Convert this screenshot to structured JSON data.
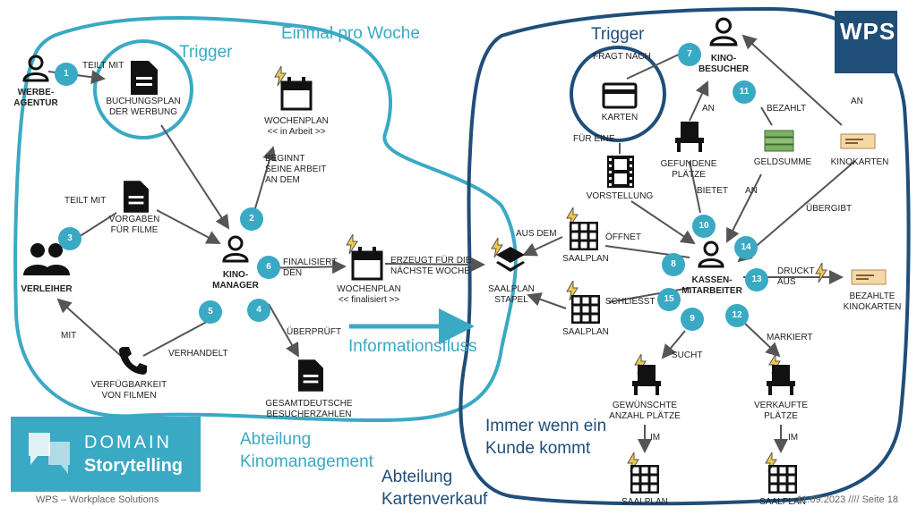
{
  "areas": {
    "management_title": "Abteilung\nKinomanagement",
    "management_title_line1": "Abteilung",
    "management_title_line2": "Kinomanagement",
    "sales_title_line1": "Abteilung",
    "sales_title_line2": "Kartenverkauf"
  },
  "annotations": {
    "trigger_left": "Trigger",
    "trigger_right": "Trigger",
    "once_per_week": "Einmal pro Woche",
    "info_flow": "Informationsfluss",
    "every_customer_line1": "Immer wenn ein",
    "every_customer_line2": "Kunde kommt"
  },
  "actors": {
    "werbeagentur_1": "WERBE-",
    "werbeagentur_2": "AGENTUR",
    "verleiher": "VERLEIHER",
    "kinomanager_1": "KINO-",
    "kinomanager_2": "MANAGER",
    "kinobesucher_1": "KINO-",
    "kinobesucher_2": "BESUCHER",
    "kassenmitarbeiter_1": "KASSEN-",
    "kassenmitarbeiter_2": "MITARBEITER"
  },
  "work_objects": {
    "buchungsplan_1": "BUCHUNGSPLAN",
    "buchungsplan_2": "DER WERBUNG",
    "vorgaben_1": "VORGABEN",
    "vorgaben_2": "FÜR FILME",
    "verfuegbarkeit_1": "VERFÜGBARKEIT",
    "verfuegbarkeit_2": "VON FILMEN",
    "wochenplan_arbeit_1": "WOCHENPLAN",
    "wochenplan_arbeit_2": "<< in Arbeit >>",
    "wochenplan_final_1": "WOCHENPLAN",
    "wochenplan_final_2": "<< finalisiert >>",
    "gesamtdeutsche_1": "GESAMTDEUTSCHE",
    "gesamtdeutsche_2": "BESUCHERZAHLEN",
    "saalplan_stapel_1": "SAALPLAN",
    "saalplan_stapel_2": "STAPEL",
    "karten": "KARTEN",
    "vorstellung": "VORSTELLUNG",
    "gefundene_1": "GEFUNDENE",
    "gefundene_2": "PLÄTZE",
    "geldsumme": "GELDSUMME",
    "kinokarten": "KINOKARTEN",
    "saalplan_open": "SAALPLAN",
    "saalplan_close": "SAALPLAN",
    "bezahlte_1": "BEZAHLTE",
    "bezahlte_2": "KINOKARTEN",
    "gewuenschte_1": "GEWÜNSCHTE",
    "gewuenschte_2": "ANZAHL PLÄTZE",
    "verkaufte_1": "VERKAUFTE",
    "verkaufte_2": "PLÄTZE",
    "saalplan_bottom_left": "SAALPLAN",
    "saalplan_bottom_right": "SAALPLAN"
  },
  "activities": {
    "teilt_mit_1": "TEILT MIT",
    "teilt_mit_3": "TEILT MIT",
    "verhandelt": "VERHANDELT",
    "mit": "MIT",
    "beginnt_1": "BEGINNT",
    "beginnt_2": "SEINE ARBEIT",
    "beginnt_3": "AN DEM",
    "finalisiert_1": "FINALISIERT",
    "finalisiert_2": "DEN",
    "erzeugt_1": "ERZEUGT FÜR DIE",
    "erzeugt_2": "NÄCHSTE WOCHE",
    "ueberprueft": "ÜBERPRÜFT",
    "fragt_nach": "FRAGT NACH",
    "fuer_eine": "FÜR EINE",
    "an_7": "AN",
    "bezahlt": "BEZAHLT",
    "an_11": "AN",
    "an_geld": "AN",
    "bietet": "BIETET",
    "uebergibt": "ÜBERGIBT",
    "aus_dem": "AUS DEM",
    "oeffnet": "ÖFFNET",
    "schliesst": "SCHLIESST",
    "druckt_1": "DRUCKT",
    "druckt_2": "AUS",
    "sucht": "SUCHT",
    "markiert": "MARKIERT",
    "im_left": "IM",
    "im_right": "IM"
  },
  "steps": [
    "1",
    "2",
    "3",
    "4",
    "5",
    "6",
    "7",
    "8",
    "9",
    "10",
    "11",
    "12",
    "13",
    "14",
    "15"
  ],
  "logos": {
    "domain_line1": "DOMAIN",
    "domain_line2": "Storytelling",
    "wps": "WPS"
  },
  "footer": {
    "left": "WPS – Workplace Solutions",
    "right": "11.09.2023  ////  Seite 18"
  },
  "colors": {
    "teal": "#3aa9c4",
    "navy": "#1f4e79",
    "lightning": "#f2c94c"
  }
}
